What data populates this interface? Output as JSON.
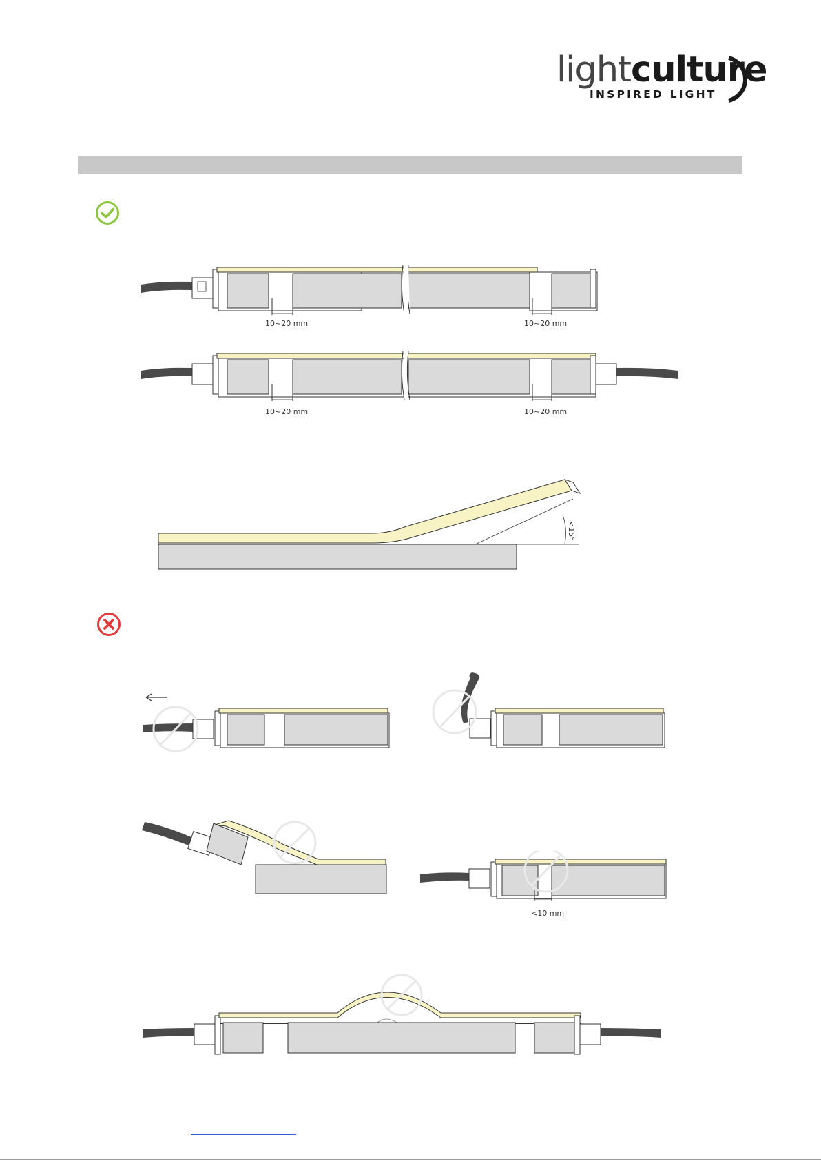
{
  "logo": {
    "word_light": "light",
    "word_bold": "culture",
    "word_end": "e",
    "tagline": "INSPIRED LIGHT"
  },
  "correct_section": {
    "icon": "check-circle-icon",
    "color": "#8cc63f",
    "diagram1": {
      "gap_left": "10~20 mm",
      "gap_right": "10~20 mm"
    },
    "diagram2": {
      "gap_left": "10~20 mm",
      "gap_right": "10~20 mm"
    },
    "diagram3": {
      "angle": "<15°"
    }
  },
  "wrong_section": {
    "icon": "x-circle-icon",
    "color": "#e03b3b",
    "diagram6": {
      "gap": "<10 mm"
    }
  },
  "colors": {
    "strip_yellow": "#f7f3c4",
    "profile_gray": "#dadada",
    "cable": "#4a4a4a",
    "band": "#c8c8c8"
  }
}
